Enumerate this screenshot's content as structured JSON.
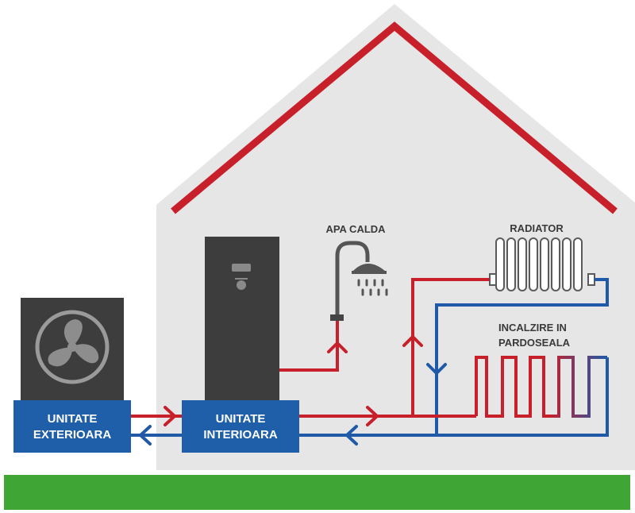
{
  "colors": {
    "hot_pipe": "#c8202a",
    "cold_pipe": "#1f59a8",
    "house_wall": "#e6e6e6",
    "unit_box": "#1f5ea8",
    "equipment": "#3d3d3d",
    "ground": "#3fa535",
    "label_text": "#3a3a3a"
  },
  "labels": {
    "hot_water": "APA CALDA",
    "radiator": "RADIATOR",
    "floor_heating_line1": "INCALZIRE IN",
    "floor_heating_line2": "PARDOSEALA",
    "outdoor_unit_line1": "UNITATE",
    "outdoor_unit_line2": "EXTERIOARA",
    "indoor_unit_line1": "UNITATE",
    "indoor_unit_line2": "INTERIOARA"
  },
  "icons": {
    "outdoor_fan": "fan-icon",
    "shower": "shower-icon",
    "radiator": "radiator-icon",
    "floor_coil": "floor-heating-coil-icon",
    "flow_arrow": "chevron-arrow-icon"
  }
}
